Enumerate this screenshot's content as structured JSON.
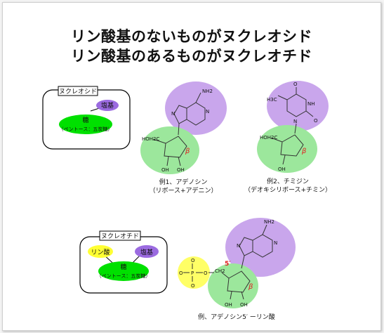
{
  "title": {
    "line1": "リン酸基のないものがヌクレオシド",
    "line2": "リン酸基のあるものがヌクレオチド"
  },
  "nucleoside_box": {
    "label": "ヌクレオシド",
    "base_label": "塩基",
    "sugar_label": "糖",
    "sugar_sub": "（ペントース：五炭糖）"
  },
  "nucleotide_box": {
    "label": "ヌクレオチド",
    "phosphate_label": "リン酸",
    "base_label": "塩基",
    "sugar_label": "糖",
    "sugar_sub": "（ペントース：五炭糖）"
  },
  "example1": {
    "caption1": "例1、アデノシン",
    "caption2": "（リボース+アデニン）",
    "amine": "NH2",
    "atom_n": "N",
    "ch2": "HOH2C",
    "beta": "β",
    "oh_left": "OH",
    "oh_right": "OH"
  },
  "example2": {
    "caption1": "例2、チミジン",
    "caption2": "（デオキシリボース+チミン）",
    "methyl": "H3C",
    "oxo": "O",
    "nh": "NH",
    "atom_n": "N",
    "ch2": "HOH2C",
    "beta": "β",
    "oh": "OH"
  },
  "example3": {
    "caption": "例、アデノシン5′ ーリン酸",
    "amine": "NH2",
    "atom_n": "N",
    "p": "P",
    "o": "O",
    "ch2": "CH2",
    "five_prime": "5′",
    "beta": "β",
    "oh_left": "OH",
    "oh_right": "OH"
  },
  "colors": {
    "base": "#c9a6ec",
    "base_badge": "#9b6be0",
    "sugar": "#7fe07f",
    "sugar_badge": "#00e000",
    "phosphate": "#ffff66",
    "beta": "#e02020",
    "prime": "#e02020"
  }
}
